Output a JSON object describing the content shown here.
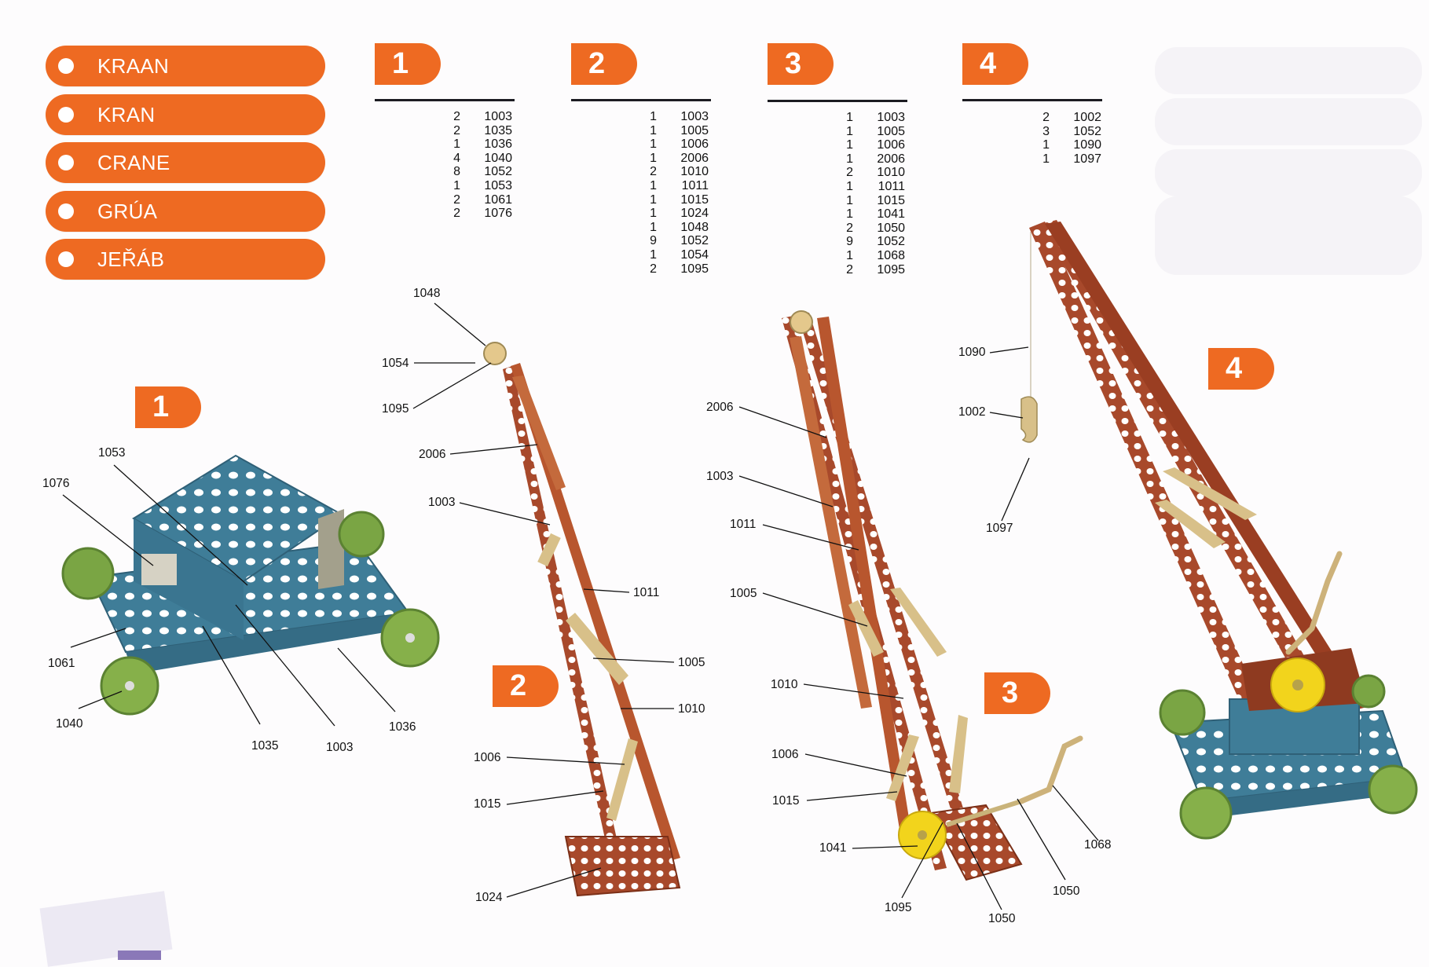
{
  "title_pills": [
    {
      "label": "KRAAN"
    },
    {
      "label": "KRAN"
    },
    {
      "label": "CRANE"
    },
    {
      "label": "GRÚA"
    },
    {
      "label": "JEŘÁB"
    }
  ],
  "parts_lists": [
    {
      "step": "1",
      "items": [
        {
          "qty": "2",
          "part": "1003"
        },
        {
          "qty": "2",
          "part": "1035"
        },
        {
          "qty": "1",
          "part": "1036"
        },
        {
          "qty": "4",
          "part": "1040"
        },
        {
          "qty": "8",
          "part": "1052"
        },
        {
          "qty": "1",
          "part": "1053"
        },
        {
          "qty": "2",
          "part": "1061"
        },
        {
          "qty": "2",
          "part": "1076"
        }
      ]
    },
    {
      "step": "2",
      "items": [
        {
          "qty": "1",
          "part": "1003"
        },
        {
          "qty": "1",
          "part": "1005"
        },
        {
          "qty": "1",
          "part": "1006"
        },
        {
          "qty": "1",
          "part": "2006"
        },
        {
          "qty": "2",
          "part": "1010"
        },
        {
          "qty": "1",
          "part": "1011"
        },
        {
          "qty": "1",
          "part": "1015"
        },
        {
          "qty": "1",
          "part": "1024"
        },
        {
          "qty": "1",
          "part": "1048"
        },
        {
          "qty": "9",
          "part": "1052"
        },
        {
          "qty": "1",
          "part": "1054"
        },
        {
          "qty": "2",
          "part": "1095"
        }
      ]
    },
    {
      "step": "3",
      "items": [
        {
          "qty": "1",
          "part": "1003"
        },
        {
          "qty": "1",
          "part": "1005"
        },
        {
          "qty": "1",
          "part": "1006"
        },
        {
          "qty": "1",
          "part": "2006"
        },
        {
          "qty": "2",
          "part": "1010"
        },
        {
          "qty": "1",
          "part": "1011"
        },
        {
          "qty": "1",
          "part": "1015"
        },
        {
          "qty": "1",
          "part": "1041"
        },
        {
          "qty": "2",
          "part": "1050"
        },
        {
          "qty": "9",
          "part": "1052"
        },
        {
          "qty": "1",
          "part": "1068"
        },
        {
          "qty": "2",
          "part": "1095"
        }
      ]
    },
    {
      "step": "4",
      "items": [
        {
          "qty": "2",
          "part": "1002"
        },
        {
          "qty": "3",
          "part": "1052"
        },
        {
          "qty": "1",
          "part": "1090"
        },
        {
          "qty": "1",
          "part": "1097"
        }
      ]
    }
  ],
  "models": [
    {
      "step": "1",
      "callouts": [
        "1053",
        "1076",
        "1061",
        "1040",
        "1035",
        "1003",
        "1036"
      ]
    },
    {
      "step": "2",
      "callouts": [
        "1048",
        "1054",
        "1095",
        "2006",
        "1003",
        "1011",
        "1005",
        "1010",
        "1006",
        "1015",
        "1024"
      ]
    },
    {
      "step": "3",
      "callouts": [
        "2006",
        "1003",
        "1011",
        "1005",
        "1010",
        "1006",
        "1015",
        "1041",
        "1095",
        "1050",
        "1050",
        "1068"
      ]
    },
    {
      "step": "4",
      "callouts": [
        "1090",
        "1002",
        "1097"
      ]
    }
  ],
  "colors": {
    "accent_orange": "#ee6a22",
    "strip_red": "#b8562e",
    "plate_blue": "#3f7d98",
    "wheel_green": "#86b04a",
    "brass": "#d8c089",
    "pulley_yellow": "#f2d41c"
  }
}
